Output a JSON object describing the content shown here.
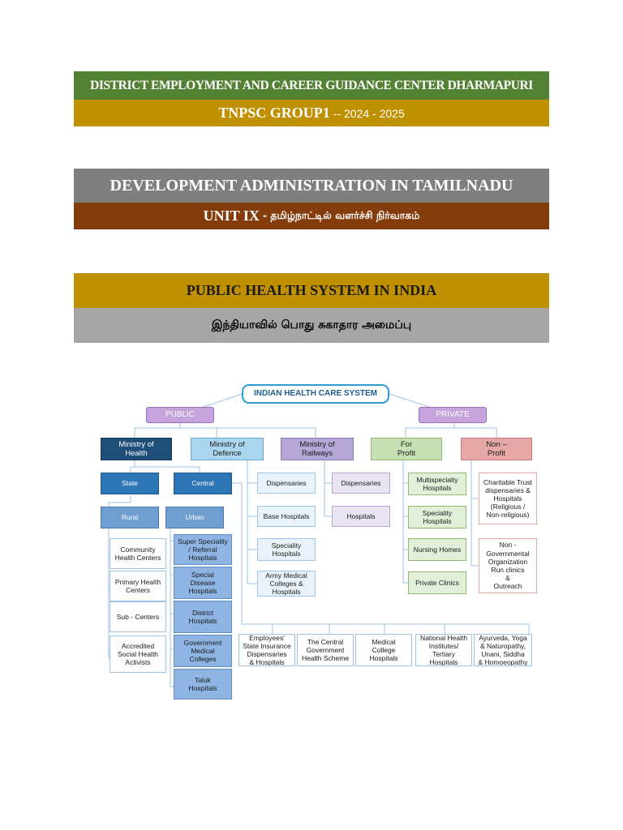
{
  "header": {
    "center": "DISTRICT EMPLOYMENT AND CAREER GUIDANCE CENTER DHARMAPURI",
    "exam": "TNPSC GROUP1",
    "exam_year": "-- 2024 - 2025",
    "subject": "DEVELOPMENT ADMINISTRATION IN TAMILNADU",
    "unit": "UNIT IX",
    "unit_tamil": "- தமிழ்நாட்டில் வளர்ச்சி நிர்வாகம்",
    "topic": "PUBLIC HEALTH SYSTEM IN INDIA",
    "topic_tamil": "இந்தியாவில் பொது சுகாதார அமைப்பு"
  },
  "diagram": {
    "root": "INDIAN HEALTH CARE SYSTEM",
    "public": "PUBLIC",
    "private": "PRIVATE",
    "ministry_health": "Ministry of\nHealth",
    "ministry_defence": "Ministry of\nDefence",
    "ministry_railways": "Ministry of\nRailways",
    "for_profit": "For\nProfit",
    "non_profit": "Non –\nProfit",
    "state": "State",
    "central": "Central",
    "rural": "Rural",
    "urban": "Urban",
    "rural_items": [
      "Community\nHealth Centers",
      "Primary Health\nCenters",
      "Sub - Centers",
      "Accredited\nSocial Health\nActivists"
    ],
    "urban_items": [
      "Super Speciality\n/ Referral\nHospitals",
      "Special\nDisease\nHospitals",
      "District\nHospitals",
      "Government\nMedical\nColleges",
      "Taluk\nHospitals"
    ],
    "defence_items": [
      "Dispensaries",
      "Base Hospitals",
      "Speciality\nHospitals",
      "Army Medical\nColleges &\nHospitals"
    ],
    "railways_items": [
      "Dispensaries",
      "Hospitals"
    ],
    "profit_items": [
      "Multispecialty\nHospitals",
      "Speciality\nHospitals",
      "Nursing Homes",
      "Private Clinics"
    ],
    "nonprofit_items": [
      "Charitable Trust\ndispensaries &\nHospitals\n(Religious /\nNon-religious)",
      "Non -\nGovernmental\nOrganization\nRun clinics\n&\nOutreach"
    ],
    "central_items": [
      "Employees'\nState Insurance\nDispensaries\n& Hospitals",
      "The Central\nGovernment\nHealth Scheme",
      "Medical\nCollege\nHospitals",
      "National Health\nInstitutes/\nTertiary Hospitals",
      "Ayurveda, Yoga\n& Naturopathy,\nUnani, Siddha\n& Homoeopathy"
    ]
  }
}
